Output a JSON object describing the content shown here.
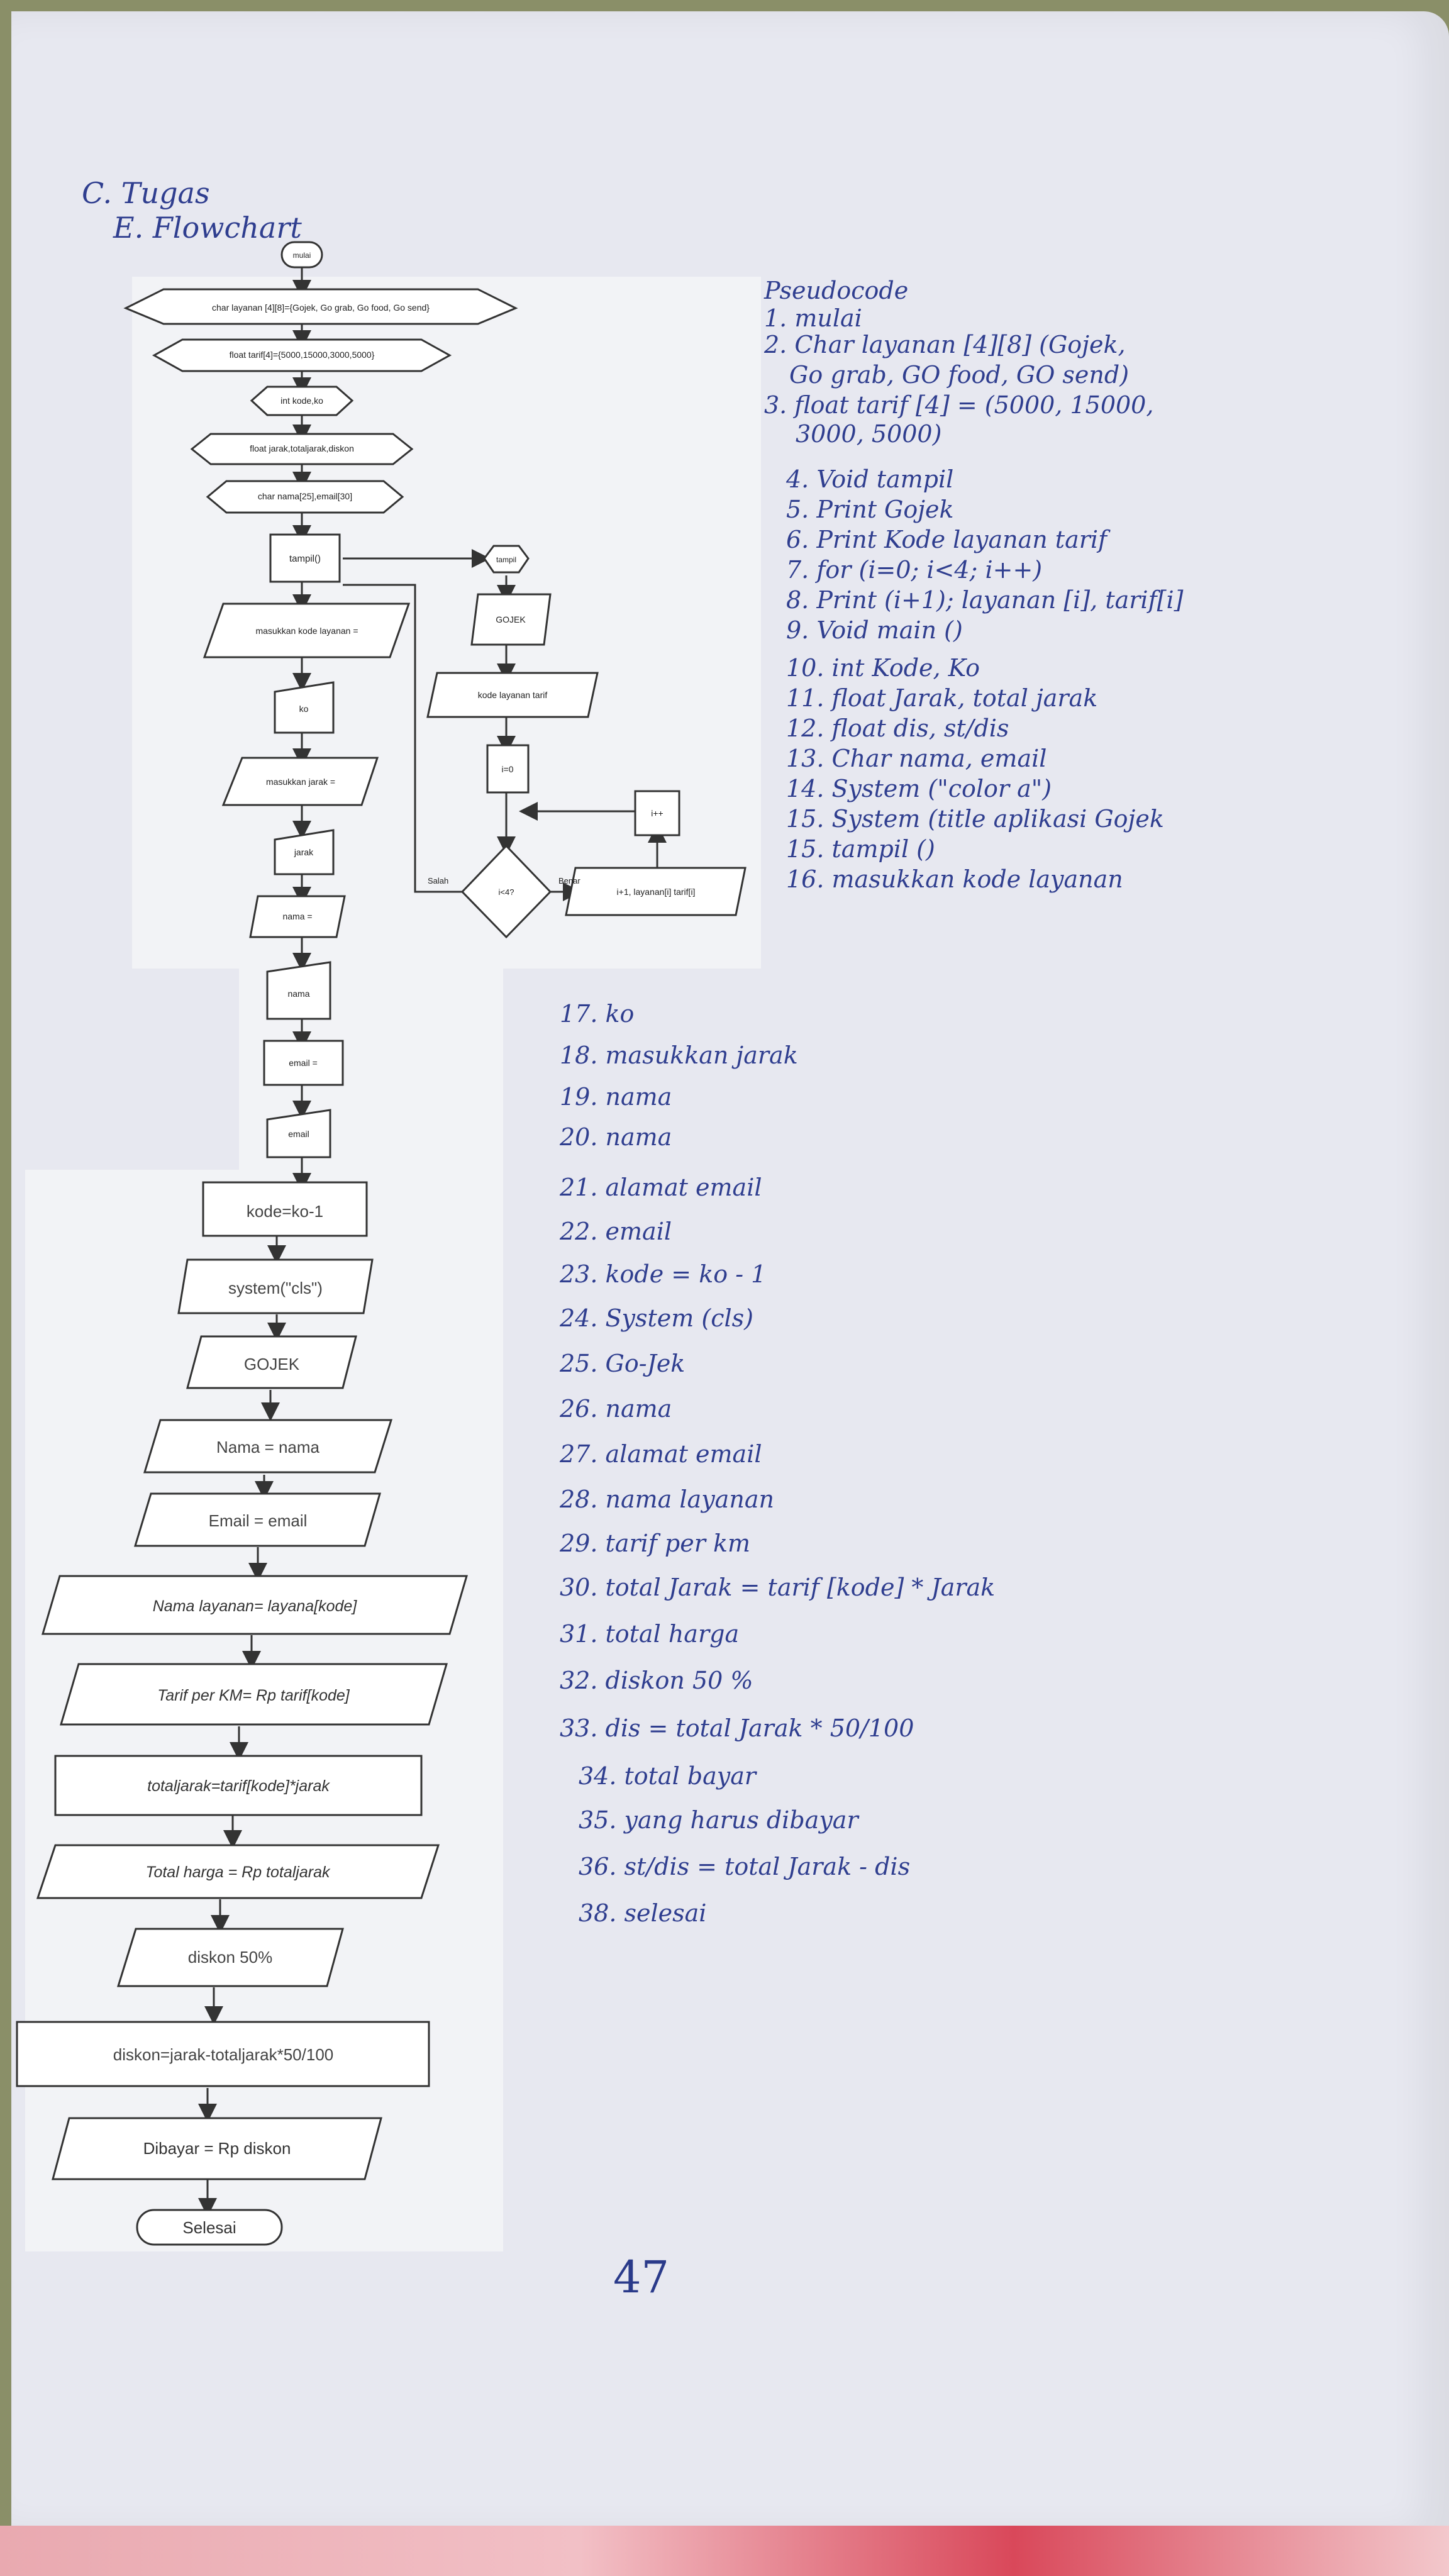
{
  "header": {
    "line1": "C. Tugas",
    "line2": "E. Flowchart"
  },
  "pseudocode": {
    "title": "Pseudocode",
    "lines": [
      "1. mulai",
      "2. Char layanan [4][8] (Gojek,",
      "   Go grab, GO food, GO send)",
      "3. float tarif [4] = (5000, 15000,",
      "   3000, 5000)",
      "4. Void tampil",
      "5. Print Gojek",
      "6. Print Kode layanan tarif",
      "7. for (i=0; i<4; i++)",
      "8. Print (i+1); layanan [i], tarif[i]",
      "9. Void main ()",
      "10. int Kode, Ko",
      "11. float Jarak, total jarak",
      "12. float dis, st/dis",
      "13. Char nama, email",
      "14. System (\"color a\")",
      "15. System (title aplikasi Gojek",
      "15. tampil ()",
      "16. masukkan kode layanan"
    ],
    "lines2": [
      "17. ko",
      "18. masukkan jarak",
      "19. nama",
      "20. nama",
      "21. alamat email",
      "22. email",
      "23. kode = ko - 1",
      "24. System (cls)",
      "25. Go-Jek",
      "26. nama",
      "27. alamat email",
      "28. nama layanan",
      "29. tarif per km",
      "30. total Jarak = tarif [kode] * Jarak",
      "31. total harga",
      "32. diskon 50 %",
      "33. dis = total Jarak * 50/100",
      "34. total bayar",
      "35. yang harus dibayar",
      "36. st/dis = total Jarak - dis",
      "38. selesai"
    ]
  },
  "page_number": "47",
  "flow_upper": {
    "start": "mulai",
    "decl1": "char layanan [4][8]={Gojek, Go grab, Go food, Go send}",
    "decl2": "float tarif[4]={5000,15000,3000,5000}",
    "decl3": "int kode,ko",
    "decl4": "float jarak,totaljarak,diskon",
    "decl5": "char nama[25],email[30]",
    "call": "tampil()",
    "in_kode": "masukkan kode layanan =",
    "in_ko": "ko",
    "in_jarak_label": "masukkan jarak =",
    "in_jarak": "jarak",
    "in_nama_label": "nama =",
    "in_nama": "nama",
    "in_email_label": "email =",
    "in_email": "email",
    "sub_start": "tampil",
    "sub_gojek": "GOJEK",
    "sub_header": "kode layanan tarif",
    "sub_init": "i=0",
    "sub_cond": "i<4?",
    "sub_print": "i+1, layanan[i] tarif[i]",
    "sub_inc": "i++",
    "label_true": "Benar",
    "label_false": "Salah"
  },
  "flow_lower": {
    "n1": "kode=ko-1",
    "n2": "system(\"cls\")",
    "n3": "GOJEK",
    "n4": "Nama = nama",
    "n5": "Email = email",
    "n6": "Nama layanan= layana[kode]",
    "n7": "Tarif per KM= Rp tarif[kode]",
    "n8": "totaljarak=tarif[kode]*jarak",
    "n9": "Total harga = Rp totaljarak",
    "n10": "diskon 50%",
    "n11": "diskon=jarak-totaljarak*50/100",
    "n12": "Dibayar = Rp diskon",
    "n13": "Selesai"
  }
}
